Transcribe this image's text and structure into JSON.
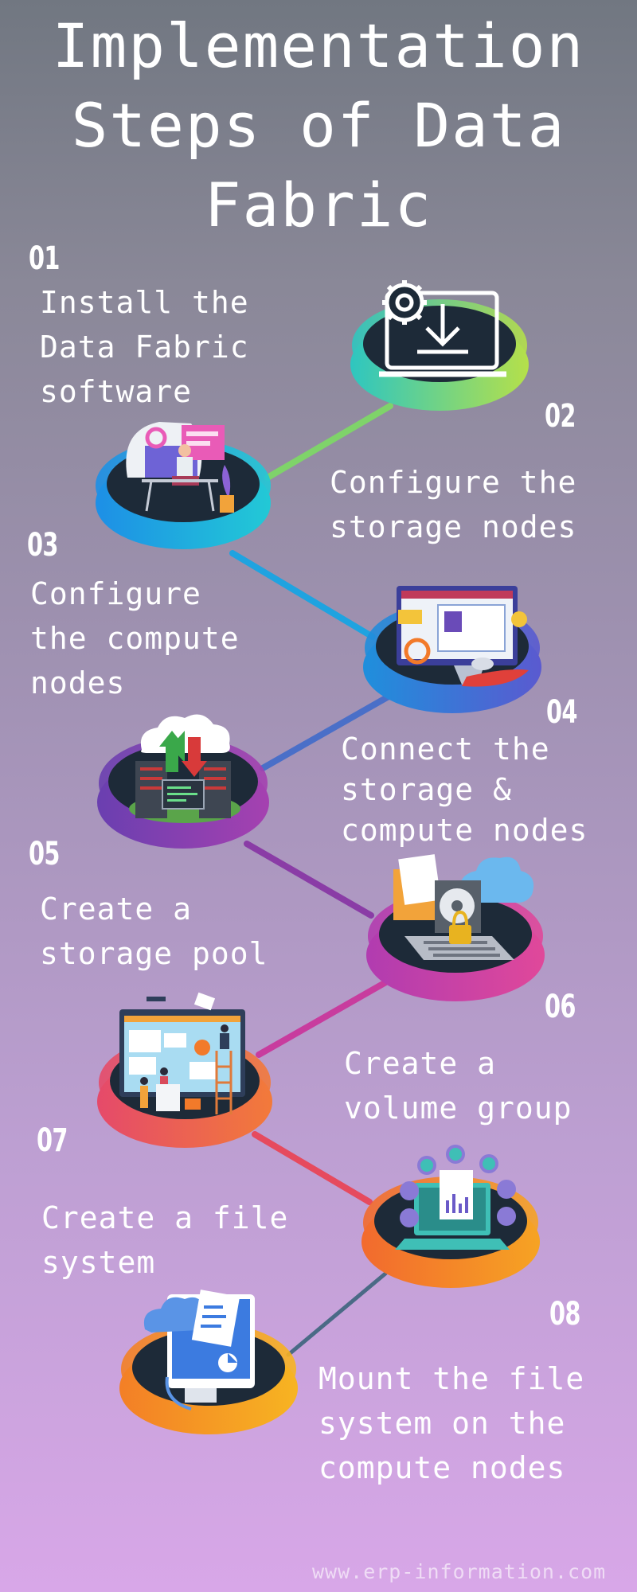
{
  "title": {
    "line1": "Implementation",
    "line2": "Steps of Data",
    "line3": "Fabric"
  },
  "steps": [
    {
      "number": "01",
      "lines": [
        "Install the",
        "Data Fabric",
        "software"
      ],
      "icon": "designer-at-desk-icon"
    },
    {
      "number": "02",
      "lines": [
        "Configure the",
        "storage nodes"
      ],
      "icon": "laptop-download-gear-icon"
    },
    {
      "number": "03",
      "lines": [
        "Configure",
        "the compute",
        "nodes"
      ],
      "icon": "monitor-design-tools-icon"
    },
    {
      "number": "04",
      "lines": [
        "Connect the",
        "storage &",
        "compute nodes"
      ],
      "icon": "cloud-server-transfer-icon"
    },
    {
      "number": "05",
      "lines": [
        "Create a",
        "storage pool"
      ],
      "icon": "laptop-cloud-lock-icon"
    },
    {
      "number": "06",
      "lines": [
        "Create a",
        "volume group"
      ],
      "icon": "team-presentation-board-icon"
    },
    {
      "number": "07",
      "lines": [
        "Create a file",
        "system"
      ],
      "icon": "laptop-apps-document-icon"
    },
    {
      "number": "08",
      "lines": [
        "Mount the file",
        "system on the",
        "compute nodes"
      ],
      "icon": "cloud-monitor-document-icon"
    }
  ],
  "footer": "www.erp-information.com",
  "colors": {
    "ring_green": "#9ad85a",
    "ring_blue": "#1fa3e0",
    "ring_purple": "#8e3ca8",
    "ring_magenta": "#cf3f9e",
    "ring_orange": "#f4922a",
    "disc": "#1d2a38"
  }
}
